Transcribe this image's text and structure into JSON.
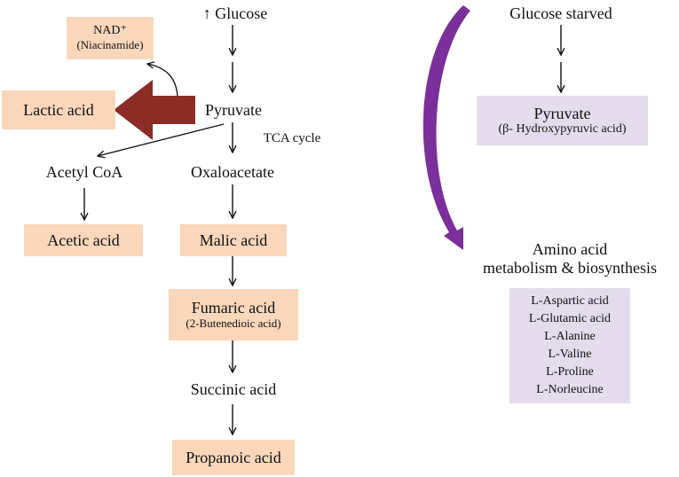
{
  "colors": {
    "peach_box": "#fad7ba",
    "lavender_box": "#e4dcec",
    "lactic_arrow": "#8b2c27",
    "starved_arrow": "#7a2f9a",
    "line": "#111111"
  },
  "left": {
    "glucose": "↑ Glucose",
    "nad": "NAD⁺",
    "niacinamide": "(Niacinamide)",
    "pyruvate": "Pyruvate",
    "lactic_acid": "Lactic acid",
    "tca_cycle": "TCA cycle",
    "acetyl_coa": "Acetyl CoA",
    "oxaloacetate": "Oxaloacetate",
    "acetic_acid": "Acetic acid",
    "malic_acid": "Malic acid",
    "fumaric_acid": "Fumaric acid",
    "butenedioic": "(2-Butenedioic acid)",
    "succinic_acid": "Succinic acid",
    "propanoic_acid": "Propanoic acid"
  },
  "right": {
    "glucose_starved": "Glucose starved",
    "pyruvate": "Pyruvate",
    "hydroxypyruvic": "(β- Hydroxypyruvic acid)",
    "amino_title_line1": "Amino acid",
    "amino_title_line2": "metabolism & biosynthesis",
    "amino_acids": [
      "L-Aspartic acid",
      "L-Glutamic acid",
      "L-Alanine",
      "L-Valine",
      "L-Proline",
      "L-Norleucine"
    ]
  }
}
